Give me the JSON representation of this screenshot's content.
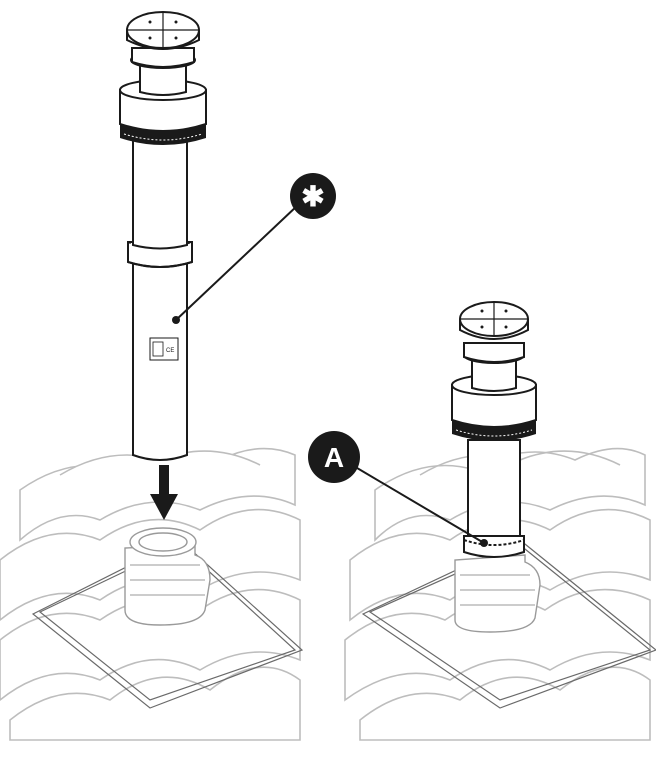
{
  "diagram": {
    "callouts": [
      {
        "id": "asterisk",
        "label": "✱"
      },
      {
        "id": "a",
        "label": "A"
      }
    ],
    "direction_icon": "arrow-down-icon",
    "colors": {
      "ink": "#1a1a1a",
      "tile": "#bdbdbd",
      "background": "#ffffff"
    }
  }
}
